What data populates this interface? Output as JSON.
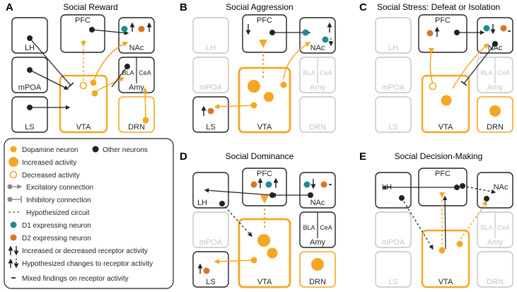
{
  "colors": {
    "active": "#f5a623",
    "inactive": "#c4c4c4",
    "dark": "#222222",
    "d1": "#1e8a93",
    "d2": "#d9752b",
    "gray": "#8a8a8a"
  },
  "panels": {
    "A": {
      "letter": "A",
      "title": "Social Reward"
    },
    "B": {
      "letter": "B",
      "title": "Social Aggression"
    },
    "C": {
      "letter": "C",
      "title": "Social Stress: Defeat or Isolation"
    },
    "D": {
      "letter": "D",
      "title": "Social Dominance"
    },
    "E": {
      "letter": "E",
      "title": "Social Decision-Making"
    }
  },
  "regions": {
    "pfc": "PFC",
    "lh": "LH",
    "nac": "NAc",
    "mpoa": "mPOA",
    "bla": "BLA",
    "cea": "CeA",
    "amy": "Amy",
    "vta": "VTA",
    "ls": "LS",
    "drn": "DRN"
  },
  "legend": {
    "items": [
      {
        "icon": "dopamine-dot",
        "label": "Dopamine neuron"
      },
      {
        "icon": "increased-dot",
        "label": "Increased activity"
      },
      {
        "icon": "decreased-dot",
        "label": "Decreased activity"
      },
      {
        "icon": "excitatory-line",
        "label": "Excitatory connection"
      },
      {
        "icon": "inhibitory-line",
        "label": "Inhibitory connection"
      },
      {
        "icon": "dashed-line",
        "label": "Hypothesized circuit"
      },
      {
        "icon": "d1-dot",
        "label": "D1 expressing neuron"
      },
      {
        "icon": "d2-dot",
        "label": "D2 expressing neuron"
      },
      {
        "icon": "solid-arrows",
        "label": "Increased or decreased receptor activity"
      },
      {
        "icon": "dashed-arrows",
        "label": "Hypothesized changes to receptor activity"
      },
      {
        "icon": "mixed-dash",
        "label": "Mixed findings on receptor activity"
      }
    ],
    "other_neurons": "Other neurons"
  }
}
